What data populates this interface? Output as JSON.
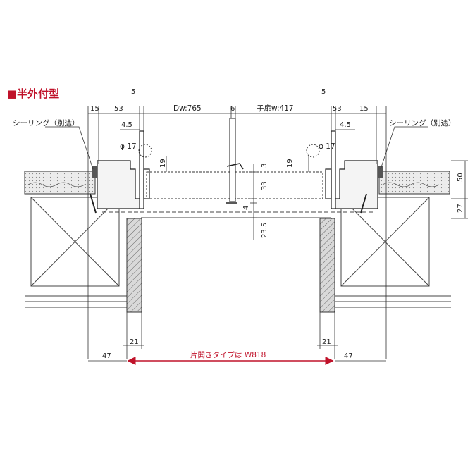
{
  "title": "■半外付型",
  "colors": {
    "title": "#c0122a",
    "arrow": "#c0122a",
    "line": "#333333",
    "hatch": "#555555"
  },
  "labels": {
    "sealing_left": "シーリング（別途）",
    "sealing_right": "シーリング（別途）",
    "dw": "Dw:765",
    "child_door": "子扉w:417",
    "phi_left": "φ 17",
    "phi_right": "φ 17",
    "opening": "片開きタイプは W818"
  },
  "dims": {
    "top_left_5": "5",
    "top_right_5": "5",
    "left_15": "15",
    "left_53": "53",
    "right_53": "53",
    "right_15": "15",
    "mid_6": "6",
    "left_4_5": "4.5",
    "right_4_5": "4.5",
    "left_19": "19",
    "right_19": "19",
    "v_3": "3",
    "v_33": "33",
    "v_4": "4",
    "v_23_5": "23.5",
    "v_50": "50",
    "v_27": "27",
    "bottom_21_left": "21",
    "bottom_21_right": "21",
    "bottom_47_left": "47",
    "bottom_47_right": "47"
  }
}
